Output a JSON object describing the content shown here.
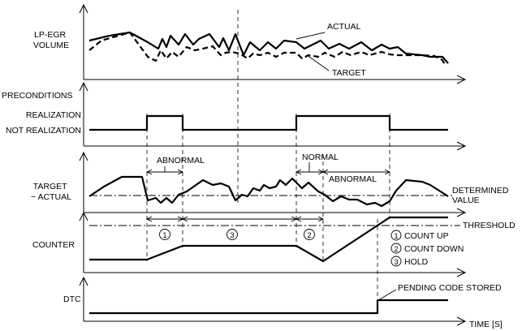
{
  "labels": {
    "lp_egr_volume": [
      "LP-EGR",
      "VOLUME"
    ],
    "actual": "ACTUAL",
    "target": "TARGET",
    "preconditions": "PRECONDITIONS",
    "realization": "REALIZATION",
    "not_realization": "NOT REALIZATION",
    "abnormal_1": "ABNORMAL",
    "normal": "NORMAL",
    "abnormal_2": "ABNORMAL",
    "target_actual": [
      "TARGET",
      "− ACTUAL"
    ],
    "determined_value": [
      "DETERMINED",
      "VALUE"
    ],
    "threshold": "THRESHOLD",
    "counter": "COUNTER",
    "phase_1": "1",
    "phase_2": "2",
    "phase_3": "3",
    "legend_count_up": "COUNT UP",
    "legend_count_down": "COUNT DOWN",
    "legend_hold": "HOLD",
    "dtc": "DTC",
    "pending_code_stored": "PENDING CODE STORED",
    "time_axis": "TIME [S]"
  },
  "legend": [
    {
      "num": "1",
      "label": "COUNT UP"
    },
    {
      "num": "2",
      "label": "COUNT DOWN"
    },
    {
      "num": "3",
      "label": "HOLD"
    }
  ]
}
